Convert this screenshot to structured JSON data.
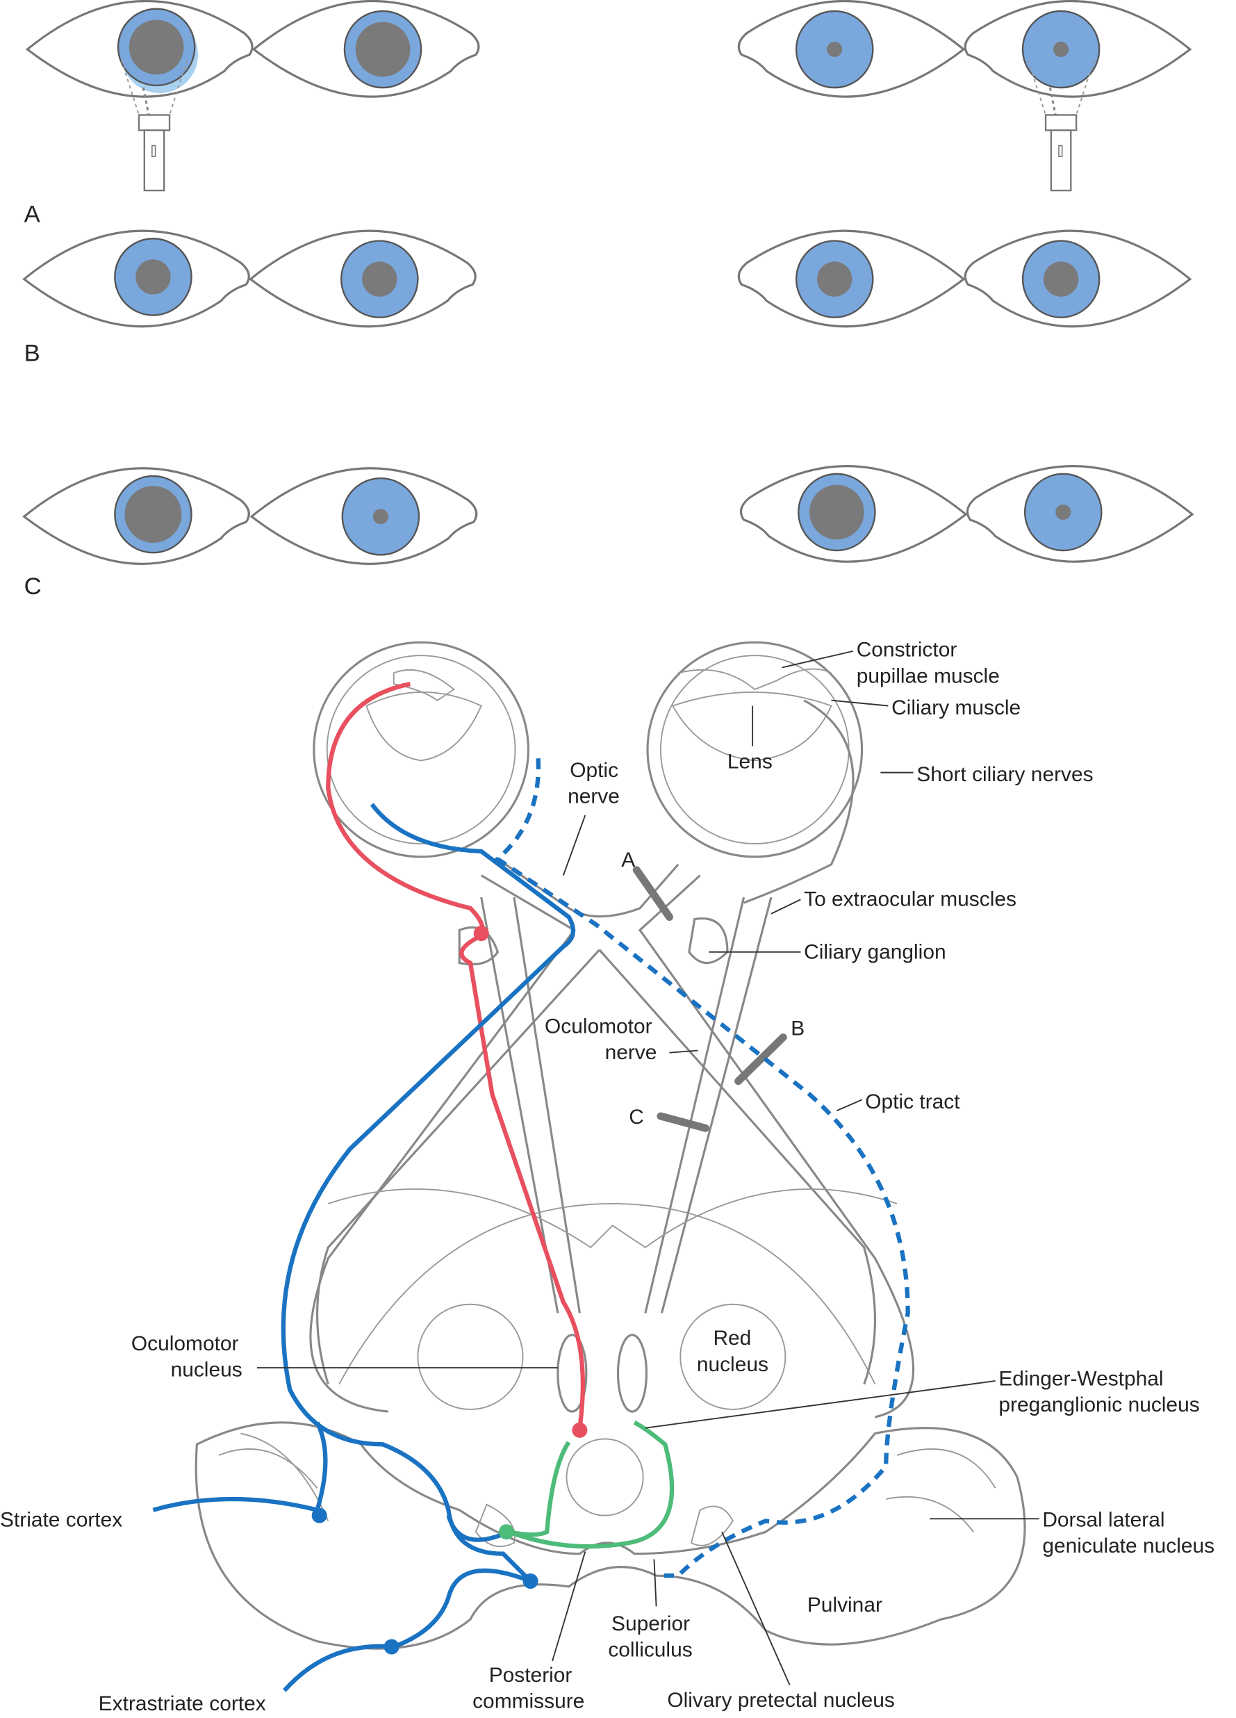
{
  "panels": {
    "a": "A",
    "b": "B",
    "c": "C"
  },
  "labels": {
    "constrictor": [
      "Constrictor",
      "pupillae muscle"
    ],
    "ciliary_muscle": "Ciliary muscle",
    "lens": "Lens",
    "short_ciliary": "Short ciliary nerves",
    "optic_nerve": [
      "Optic",
      "nerve"
    ],
    "lesion_a": "A",
    "lesion_b": "B",
    "lesion_c": "C",
    "extraocular": "To extraocular muscles",
    "ciliary_ganglion": "Ciliary ganglion",
    "oculomotor_nerve": [
      "Oculomotor",
      "nerve"
    ],
    "optic_tract": "Optic tract",
    "oculomotor_nucleus": [
      "Oculomotor",
      "nucleus"
    ],
    "red_nucleus": [
      "Red",
      "nucleus"
    ],
    "edinger": [
      "Edinger-Westphal",
      "preganglionic nucleus"
    ],
    "striate": "Striate cortex",
    "dlgn": [
      "Dorsal lateral",
      "geniculate nucleus"
    ],
    "pulvinar": "Pulvinar",
    "superior_colliculus": [
      "Superior",
      "colliculus"
    ],
    "posterior_commissure": [
      "Posterior",
      "commissure"
    ],
    "extrastriate": "Extrastriate cortex",
    "olivary": "Olivary pretectal nucleus"
  },
  "colors": {
    "iris": "#7aa7dc",
    "pupil": "#7a7a7a",
    "retinal_pathway": "#1a73c2",
    "preganglionic": "#e8505f",
    "pretectal": "#4dbb7a"
  },
  "pupil_states": {
    "A": [
      "dilated",
      "dilated",
      "constricted",
      "constricted"
    ],
    "B": [
      "medium",
      "medium",
      "medium",
      "medium"
    ],
    "C": [
      "dilated",
      "constricted",
      "dilated",
      "constricted"
    ]
  }
}
